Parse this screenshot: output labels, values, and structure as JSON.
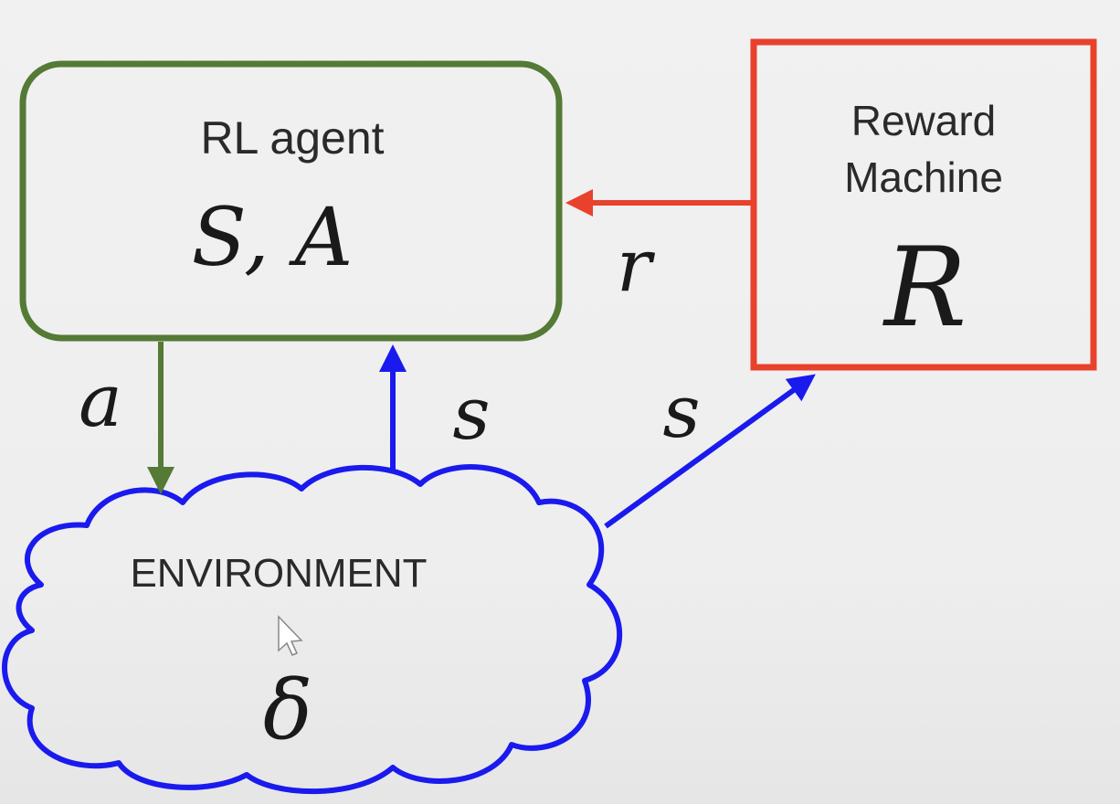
{
  "agent": {
    "title": "RL agent",
    "math": "S, A",
    "border_color": "#547a35"
  },
  "reward_machine": {
    "title_line1": "Reward",
    "title_line2": "Machine",
    "math": "R",
    "border_color": "#e8412c"
  },
  "environment": {
    "title": "ENVIRONMENT",
    "math": "δ",
    "border_color": "#1a1aee"
  },
  "edges": {
    "action_label": "a",
    "state_to_agent_label": "s",
    "state_to_reward_label": "s",
    "reward_label": "r"
  },
  "colors": {
    "action_arrow": "#547a35",
    "state_arrow": "#1a1aee",
    "reward_arrow": "#e8412c"
  }
}
